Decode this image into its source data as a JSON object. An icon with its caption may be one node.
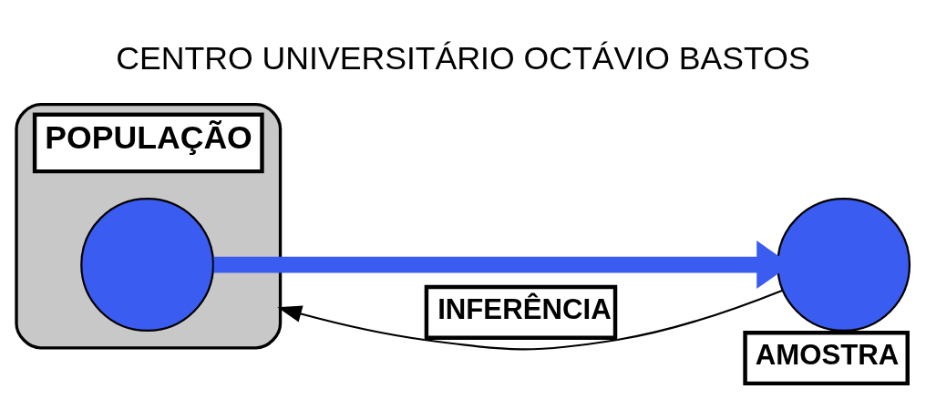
{
  "diagram": {
    "title": "CENTRO UNIVERSITÁRIO OCTÁVIO BASTOS",
    "nodes": [
      {
        "text": [
          "POPULAÇÃO"
        ]
      },
      {
        "text": [],
        "shape": "circle",
        "in": 0
      },
      {
        "text": [],
        "shape": "circle",
        "beside": [
          "AMOSTRA"
        ]
      }
    ],
    "edges": [
      {
        "from": 1,
        "to": 2,
        "arrow": "to",
        "style": "thick",
        "color": "#3a5cf0"
      },
      {
        "from": 2,
        "to": 0,
        "arrow": "to",
        "label": "INFERÊNCIA",
        "color": "#000000"
      }
    ]
  }
}
